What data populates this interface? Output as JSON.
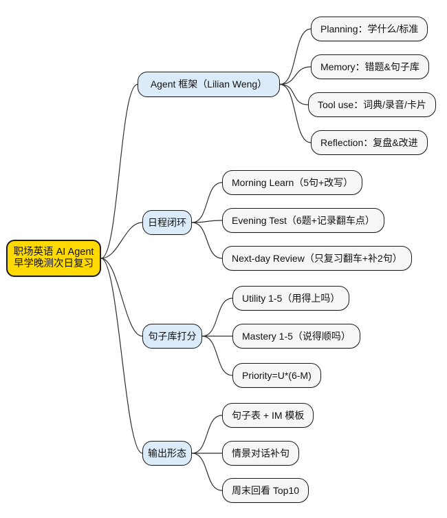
{
  "colors": {
    "root_fill": "#FFD900",
    "branch_fill": "#DCEBF9",
    "leaf_fill": "#F6F6F6",
    "node_border": "#1A1A1A",
    "edge": "#2E2E2E"
  },
  "mindmap": {
    "root": {
      "line1": "职场英语 AI Agent",
      "line2": "早学晚测次日复习"
    },
    "branches": [
      {
        "label": "Agent 框架（Lilian Weng）",
        "children": [
          "Planning：学什么/标准",
          "Memory：错题&句子库",
          "Tool use：词典/录音/卡片",
          "Reflection：复盘&改进"
        ]
      },
      {
        "label": "日程闭环",
        "children": [
          "Morning Learn（5句+改写）",
          "Evening Test（6题+记录翻车点）",
          "Next-day Review（只复习翻车+补2句）"
        ]
      },
      {
        "label": "句子库打分",
        "children": [
          "Utility 1-5（用得上吗）",
          "Mastery 1-5（说得顺吗）",
          "Priority=U*(6-M)"
        ]
      },
      {
        "label": "输出形态",
        "children": [
          "句子表 + IM 模板",
          "情景对话补句",
          "周末回看 Top10"
        ]
      }
    ]
  }
}
